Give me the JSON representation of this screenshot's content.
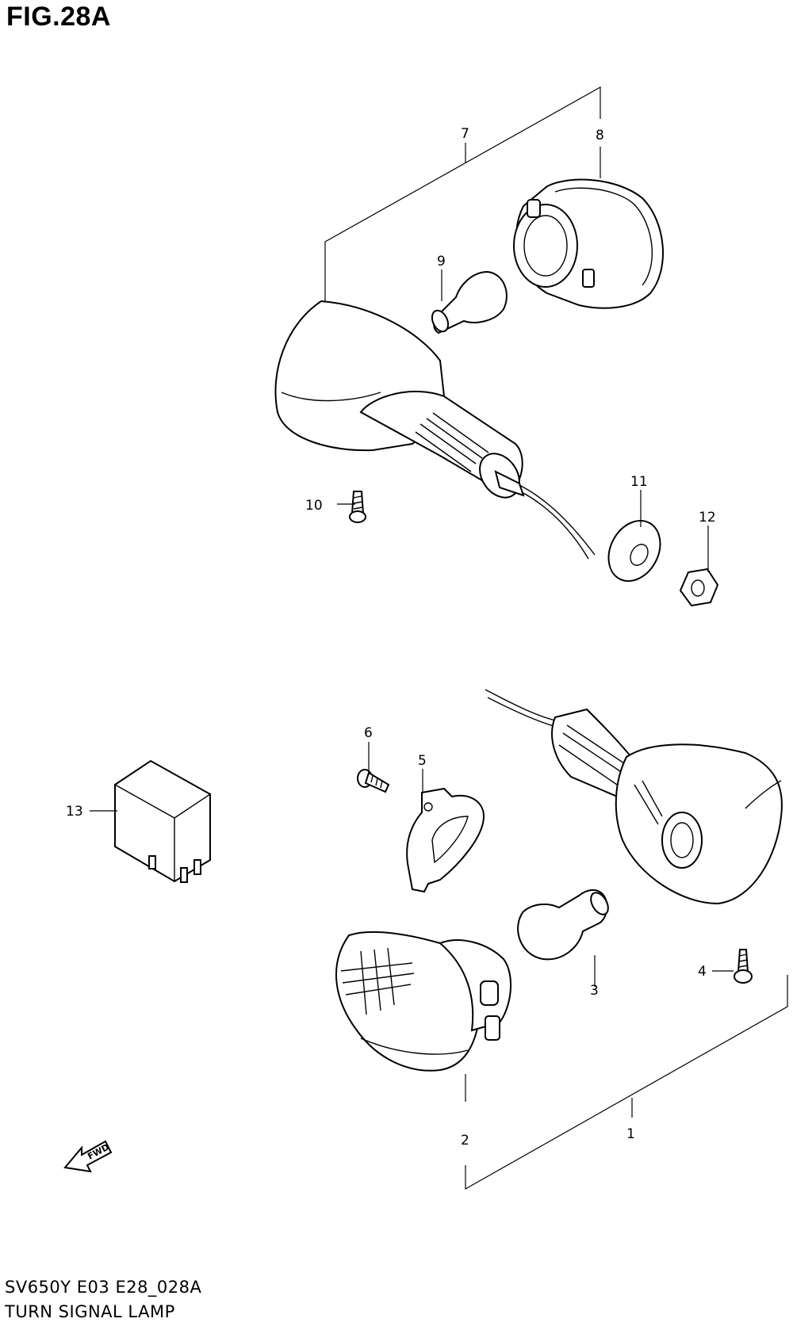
{
  "figure": {
    "title": "FIG.28A",
    "model_code": "SV650Y E03 E28_028A",
    "name": "TURN SIGNAL LAMP"
  },
  "callouts": [
    "1",
    "2",
    "3",
    "4",
    "5",
    "6",
    "7",
    "8",
    "9",
    "10",
    "11",
    "12",
    "13"
  ],
  "direction_badge": "FWD",
  "colors": {
    "ink": "#000000",
    "paper": "#ffffff"
  }
}
